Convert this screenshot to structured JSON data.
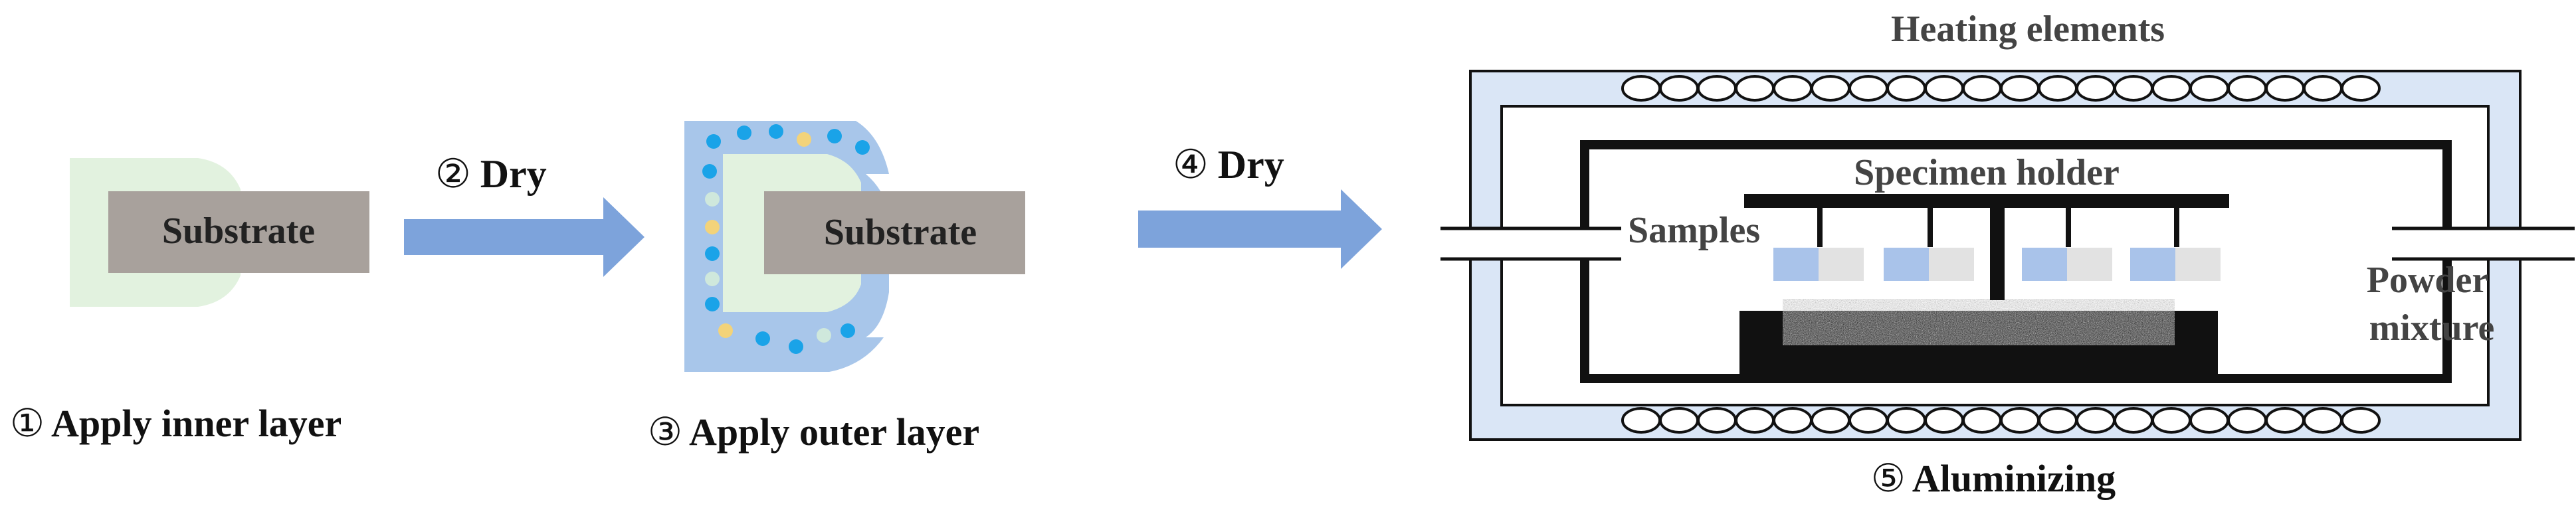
{
  "labels": {
    "substrate": "Substrate",
    "dry": "Dry",
    "step1": "Apply inner layer",
    "step3": "Apply outer layer",
    "step5": "Aluminizing",
    "heating_elements": "Heating elements",
    "specimen_holder": "Specimen holder",
    "samples": "Samples",
    "powder_line1": "Powder",
    "powder_line2": "mixture"
  },
  "step_numbers": [
    "①",
    "②",
    "③",
    "④",
    "⑤"
  ],
  "colors": {
    "substrate": "#a8a19c",
    "inner_layer": "#e2f2df",
    "outer_layer": "#a8c6ea",
    "arrow": "#7da3db",
    "furnace_fill": "#dae6f6",
    "particle_blue": "#1aa3e8",
    "particle_yellow": "#f3d37a",
    "particle_pale": "#cfe8dc",
    "sample_blue": "#a9c3ea",
    "sample_gray": "#e2e2e2"
  }
}
